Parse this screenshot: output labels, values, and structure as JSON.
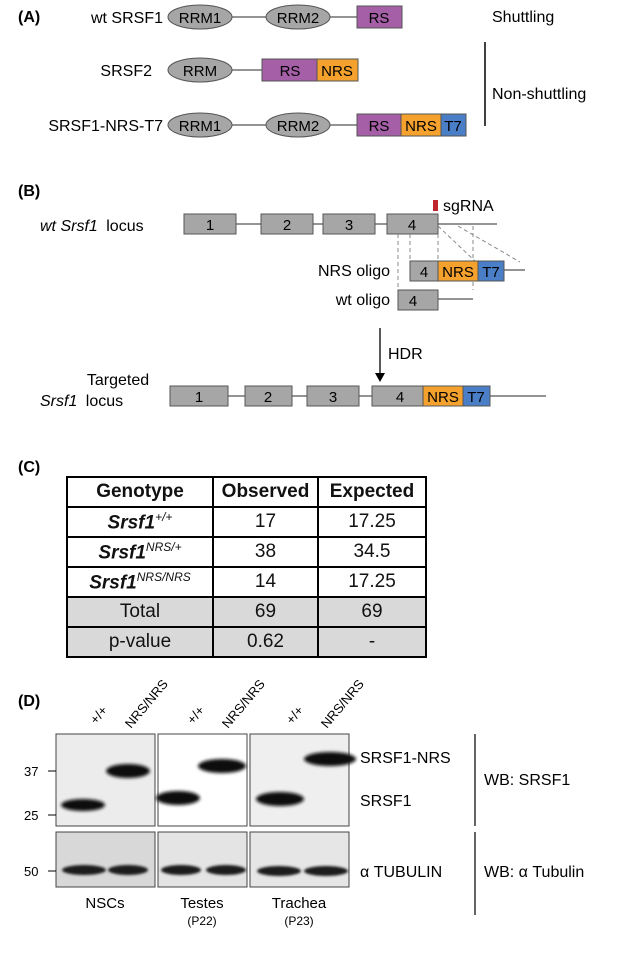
{
  "panelA": {
    "label": "(A)",
    "constructs": [
      {
        "name": "wt SRSF1",
        "domains": [
          "RRM1",
          "RRM2",
          "RS"
        ]
      },
      {
        "name": "SRSF2",
        "domains": [
          "RRM",
          "RS",
          "NRS"
        ]
      },
      {
        "name": "SRSF1-NRS-T7",
        "domains": [
          "RRM1",
          "RRM2",
          "RS",
          "NRS",
          "T7"
        ]
      }
    ],
    "shuttling": "Shuttling",
    "non_shuttling": "Non-shuttling"
  },
  "panelB": {
    "label": "(B)",
    "wt_locus_italic": "wt Srsf1",
    "wt_locus_suffix": "locus",
    "sgrna": "sgRNA",
    "exons": [
      "1",
      "2",
      "3",
      "4"
    ],
    "nrs_oligo": "NRS oligo",
    "wt_oligo": "wt oligo",
    "nrs": "NRS",
    "t7": "T7",
    "hdr": "HDR",
    "targeted_line1": "Targeted",
    "targeted_italic": "Srsf1",
    "targeted_suffix": "locus"
  },
  "panelC": {
    "label": "(C)",
    "headers": [
      "Genotype",
      "Observed",
      "Expected"
    ],
    "rows": [
      {
        "genotype": "Srsf1",
        "sup": "+/+",
        "observed": "17",
        "expected": "17.25"
      },
      {
        "genotype": "Srsf1",
        "sup": "NRS/+",
        "observed": "38",
        "expected": "34.5"
      },
      {
        "genotype": "Srsf1",
        "sup": "NRS/NRS",
        "observed": "14",
        "expected": "17.25"
      }
    ],
    "total": {
      "label": "Total",
      "observed": "69",
      "expected": "69"
    },
    "pvalue": {
      "label": "p-value",
      "observed": "0.62",
      "expected": "-"
    }
  },
  "panelD": {
    "label": "(D)",
    "lanes": [
      "+/+",
      "NRS/NRS"
    ],
    "markers_top": [
      "37",
      "25"
    ],
    "marker_bottom": "50",
    "band_top": "SRSF1-NRS",
    "band_bottom": "SRSF1",
    "tubulin": "α TUBULIN",
    "wb_srsf1": "WB: SRSF1",
    "wb_tubulin": "WB: α Tubulin",
    "tissues": [
      {
        "name": "NSCs",
        "sub": ""
      },
      {
        "name": "Testes",
        "sub": "(P22)"
      },
      {
        "name": "Trachea",
        "sub": "(P23)"
      }
    ]
  },
  "colors": {
    "domain_gray": "#a6a6a6",
    "rs_purple": "#a45fa6",
    "nrs_orange": "#f4a12d",
    "t7_blue": "#4a7fc7",
    "sgrna_red": "#c0262d",
    "table_gray": "#d9d9d9"
  }
}
